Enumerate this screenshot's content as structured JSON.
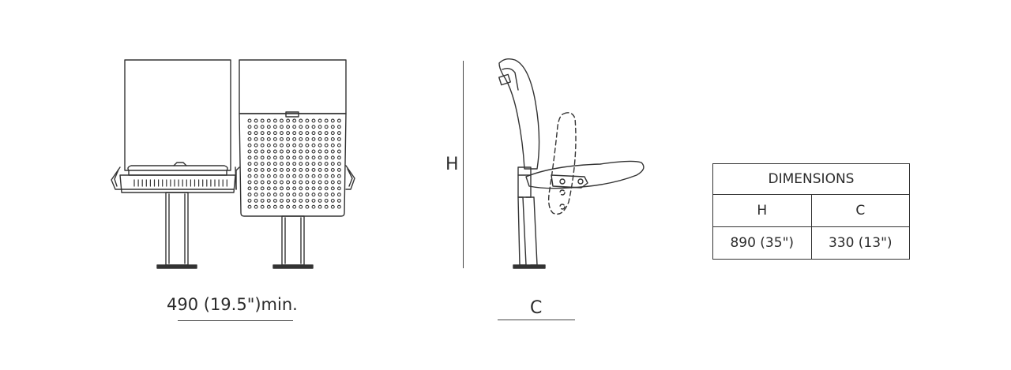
{
  "labels": {
    "width": "490 (19.5\")min.",
    "height_letter": "H",
    "depth_letter": "C"
  },
  "table": {
    "title": "DIMENSIONS",
    "headers": [
      "H",
      "C"
    ],
    "values": [
      "890 (35\")",
      "330 (13\")"
    ]
  },
  "colors": {
    "line": "#333333",
    "background": "#ffffff"
  },
  "icons": [
    "seat-front-view",
    "seat-rear-view",
    "seat-side-view"
  ]
}
